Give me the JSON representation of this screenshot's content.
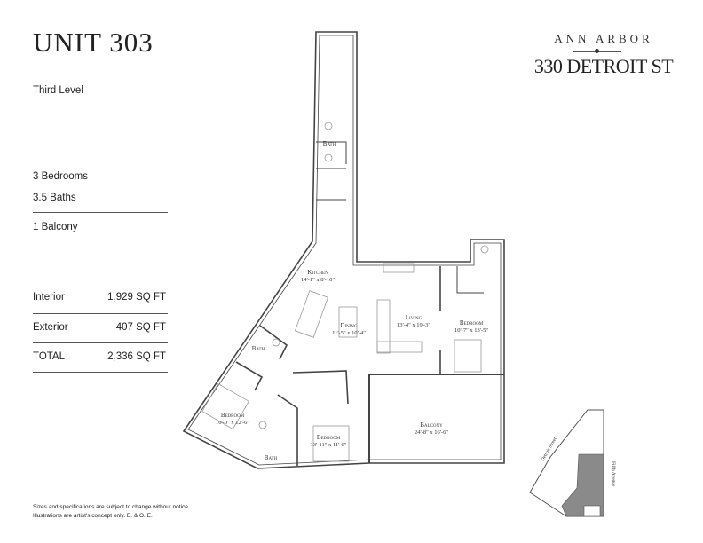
{
  "unit": {
    "title": "UNIT 303",
    "level": "Third Level"
  },
  "features": {
    "bedrooms": "3 Bedrooms",
    "baths": "3.5 Baths",
    "balcony": "1 Balcony"
  },
  "areas": [
    {
      "label": "Interior",
      "value": "1,929 SQ FT"
    },
    {
      "label": "Exterior",
      "value": "407 SQ FT"
    },
    {
      "label": "TOTAL",
      "value": "2,336 SQ FT"
    }
  ],
  "logo": {
    "city": "ANN ARBOR",
    "address": "330 DETROIT ST"
  },
  "disclaimer": {
    "line1": "Sizes and specifications are subject to change without notice.",
    "line2": "Illustrations are artist's concept only. E. & O. E."
  },
  "rooms": {
    "bath_top": {
      "name": "Bath"
    },
    "kitchen": {
      "name": "Kitchen",
      "dims": "14'-1\" x 8'-10\""
    },
    "dining": {
      "name": "Dining",
      "dims": "11'-5\" x 10'-4\""
    },
    "living": {
      "name": "Living",
      "dims": "13'-4\" x 19'-3\""
    },
    "bedroom_east": {
      "name": "Bedroom",
      "dims": "10'-7\" x 13'-5\""
    },
    "bath_mid": {
      "name": "Bath"
    },
    "bedroom_west": {
      "name": "Bedroom",
      "dims": "10'-0\" x 12'-6\""
    },
    "bedroom_south": {
      "name": "Bedroom",
      "dims": "13'-11\" x 11'-0\""
    },
    "bath_south": {
      "name": "Bath"
    },
    "balcony": {
      "name": "Balcony",
      "dims": "24'-8\" x 16'-6\""
    }
  },
  "keyplan": {
    "street1": "Detroit Street",
    "street2": "Fifth Avenue",
    "highlight_color": "#8a8a8a"
  }
}
